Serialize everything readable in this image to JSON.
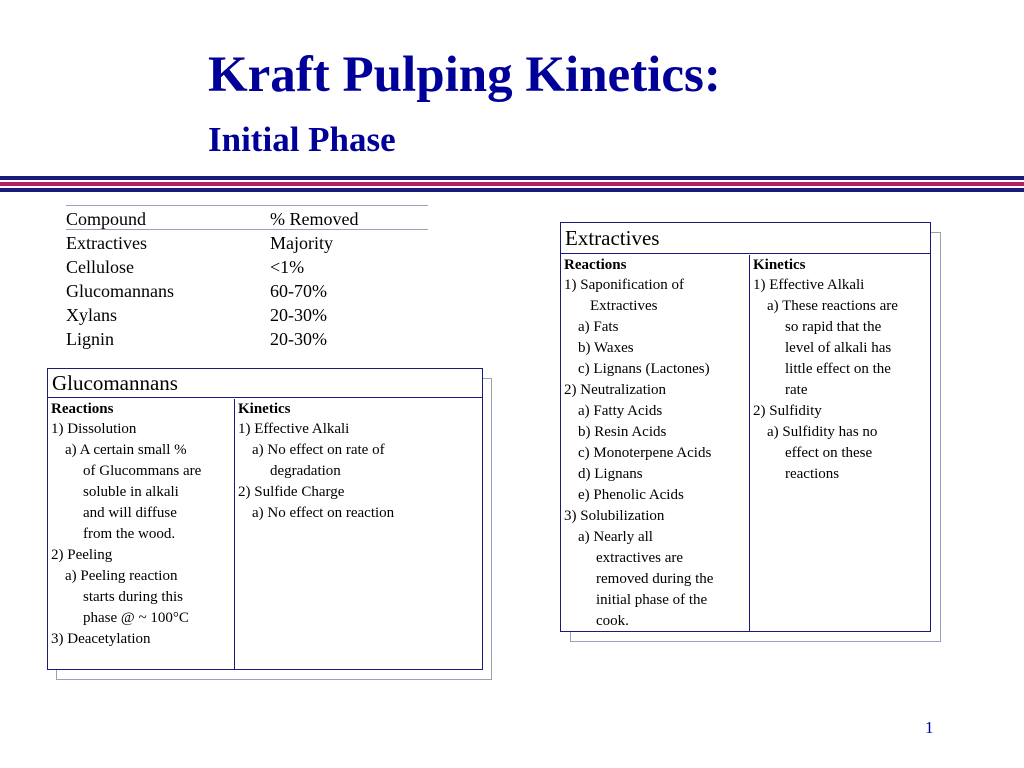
{
  "slide": {
    "title": "Kraft Pulping Kinetics:",
    "subtitle": "Initial Phase",
    "page_number": "1"
  },
  "composition": {
    "headers": [
      "Compound",
      "% Removed"
    ],
    "rows": [
      [
        "Extractives",
        "Majority"
      ],
      [
        "Cellulose",
        "<1%"
      ],
      [
        "Glucomannans",
        "60-70%"
      ],
      [
        "Xylans",
        "20-30%"
      ],
      [
        "Lignin",
        "20-30%"
      ]
    ]
  },
  "glucomannans_box": {
    "title": "Glucomannans",
    "reactions_head": "Reactions",
    "kinetics_head": "Kinetics",
    "reactions": [
      "1) Dissolution",
      "a)  A certain small %",
      "of Glucommans are",
      "soluble in alkali",
      "and will diffuse",
      "from the wood.",
      "2) Peeling",
      "a)  Peeling reaction",
      "starts during this",
      "phase @ ~ 100°C",
      "3) Deacetylation"
    ],
    "kinetics": [
      "1) Effective Alkali",
      "a)  No effect on rate of",
      "degradation",
      "2) Sulfide Charge",
      "a)  No effect on reaction"
    ]
  },
  "extractives_box": {
    "title": "Extractives",
    "reactions_head": "Reactions",
    "kinetics_head": "Kinetics",
    "reactions": [
      "1)  Saponification of",
      "Extractives",
      "a) Fats",
      "b) Waxes",
      "c) Lignans (Lactones)",
      "2)  Neutralization",
      "a) Fatty Acids",
      "b) Resin Acids",
      "c) Monoterpene Acids",
      "d) Lignans",
      "e) Phenolic Acids",
      "3)  Solubilization",
      "a) Nearly all",
      "extractives are",
      "removed during the",
      "initial phase of the",
      "cook."
    ],
    "kinetics": [
      "1)  Effective Alkali",
      "a) These reactions are",
      "so rapid that the",
      "level of alkali has",
      "little effect on the",
      "rate",
      "2)  Sulfidity",
      "a) Sulfidity has no",
      "effect on these",
      "reactions"
    ]
  },
  "colors": {
    "title": "#000099",
    "bar_navy": "#1a1a7a",
    "bar_red": "#b01f5e",
    "shadow": "#9aa0b8"
  }
}
